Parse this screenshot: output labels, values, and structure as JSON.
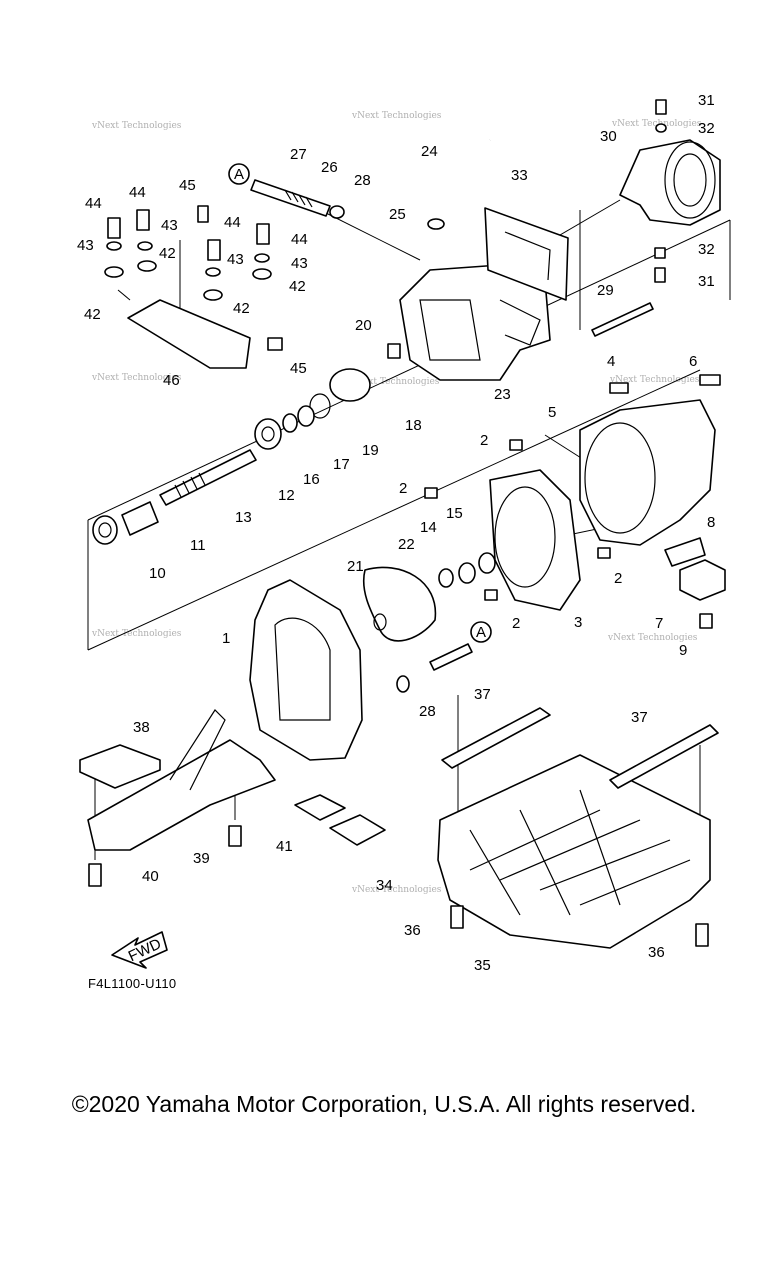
{
  "diagram": {
    "callouts": [
      "1",
      "2",
      "2",
      "2",
      "2",
      "3",
      "4",
      "5",
      "6",
      "7",
      "8",
      "9",
      "10",
      "11",
      "12",
      "13",
      "14",
      "15",
      "16",
      "17",
      "18",
      "19",
      "20",
      "21",
      "22",
      "23",
      "24",
      "25",
      "26",
      "27",
      "28",
      "28",
      "29",
      "30",
      "31",
      "31",
      "32",
      "32",
      "33",
      "34",
      "35",
      "36",
      "36",
      "37",
      "37",
      "38",
      "39",
      "40",
      "41",
      "42",
      "42",
      "42",
      "42",
      "43",
      "43",
      "43",
      "43",
      "44",
      "44",
      "44",
      "44",
      "45",
      "45",
      "46"
    ],
    "ref_marks": [
      "A",
      "A"
    ],
    "fwd_label": "FWD",
    "figure_code": "F4L1100-U110",
    "watermark": "vNext Technologies"
  },
  "footer": {
    "copyright": "©2020 Yamaha Motor Corporation, U.S.A. All rights reserved."
  }
}
